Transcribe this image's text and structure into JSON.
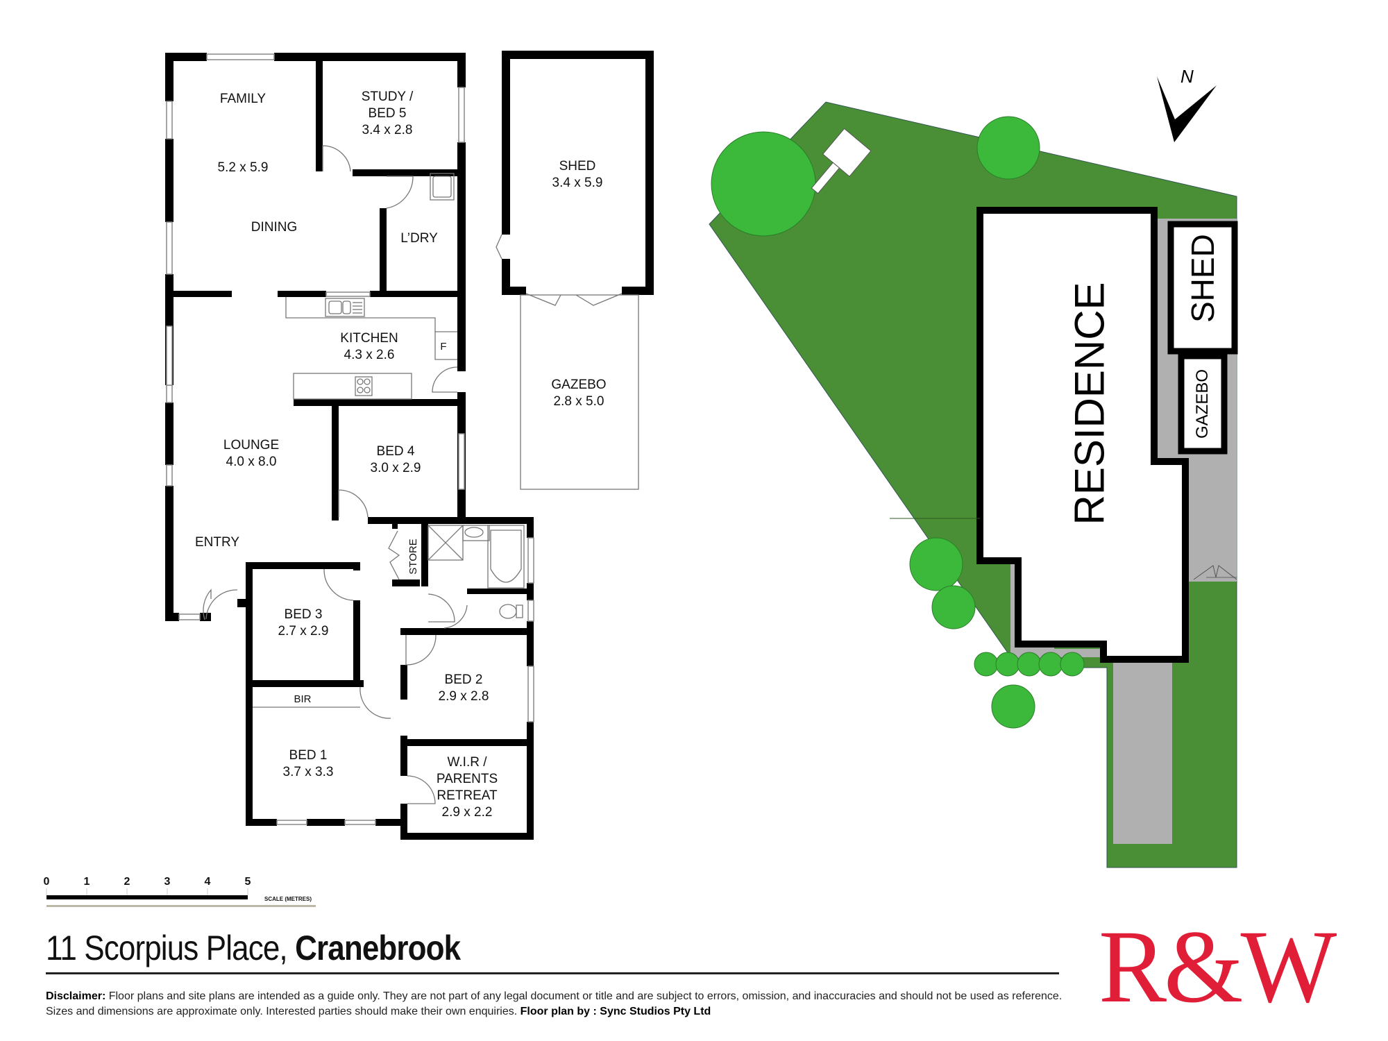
{
  "floor_plan": {
    "rooms": [
      {
        "id": "family",
        "name": "FAMILY",
        "dims": "5.2 x 5.9"
      },
      {
        "id": "dining",
        "name": "DINING",
        "dims": ""
      },
      {
        "id": "study",
        "name": "STUDY /\nBED 5",
        "name_line1": "STUDY /",
        "name_line2": "BED 5",
        "dims": "3.4 x 2.8"
      },
      {
        "id": "laundry",
        "name": "L'DRY",
        "display": "L’DRY",
        "dims": ""
      },
      {
        "id": "kitchen",
        "name": "KITCHEN",
        "dims": "4.3 x 2.6"
      },
      {
        "id": "fridge",
        "name": "F",
        "dims": ""
      },
      {
        "id": "lounge",
        "name": "LOUNGE",
        "dims": "4.0 x 8.0"
      },
      {
        "id": "entry",
        "name": "ENTRY",
        "dims": ""
      },
      {
        "id": "bed4",
        "name": "BED 4",
        "dims": "3.0 x 2.9"
      },
      {
        "id": "store",
        "name": "STORE",
        "dims": ""
      },
      {
        "id": "bed3",
        "name": "BED 3",
        "dims": "2.7 x 2.9"
      },
      {
        "id": "bir",
        "name": "BIR",
        "dims": ""
      },
      {
        "id": "bed2",
        "name": "BED 2",
        "dims": "2.9 x 2.8"
      },
      {
        "id": "bed1",
        "name": "BED 1",
        "dims": "3.7 x 3.3"
      },
      {
        "id": "wir",
        "name_line1": "W.I.R /",
        "name_line2": "PARENTS",
        "name_line3": "RETREAT",
        "dims": "2.9 x 2.2"
      },
      {
        "id": "shed",
        "name": "SHED",
        "dims": "3.4 x 5.9"
      },
      {
        "id": "gazebo",
        "name": "GAZEBO",
        "dims": "2.8 x 5.0"
      }
    ]
  },
  "site_plan": {
    "labels": {
      "residence": "RESIDENCE",
      "shed": "SHED",
      "gazebo": "GAZEBO"
    },
    "north_label": "N",
    "colors": {
      "lawn": "#4a8f35",
      "tree": "#3cb93a",
      "paving": "#b0b0b0",
      "building": "#ffffff",
      "outline": "#000000"
    }
  },
  "scale_bar": {
    "ticks": [
      "0",
      "1",
      "2",
      "3",
      "4",
      "5"
    ],
    "label": "SCALE (METRES)"
  },
  "footer": {
    "address_plain": "11 Scorpius Place, ",
    "address_bold": "Cranebrook",
    "disclaimer_label": "Disclaimer:",
    "disclaimer_text": " Floor plans and site plans are intended as a guide only. They are not part of any legal document or title and are subject to errors, omission, and inaccuracies and should not be used as reference. Sizes and dimensions are approximate only. Interested parties should make their own enquiries. ",
    "credit": "Floor plan by : Sync Studios Pty Ltd"
  },
  "brand": {
    "logo_text": "R&W",
    "color": "#e01e37"
  }
}
